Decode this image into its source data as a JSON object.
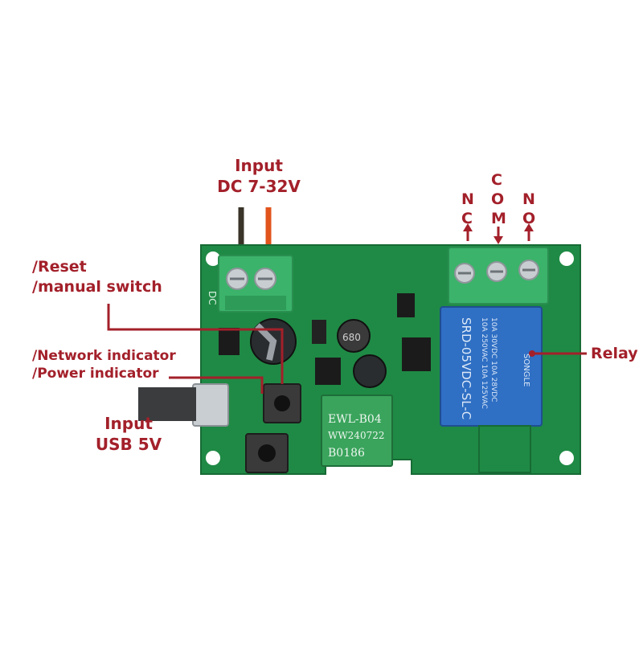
{
  "labels": {
    "input_dc_line1": "Input",
    "input_dc_line2": "DC 7-32V",
    "reset_line1": "/Reset",
    "reset_line2": "/manual switch",
    "network_indicator": "/Network indicator",
    "power_indicator": "/Power indicator",
    "input_usb_line1": "Input",
    "input_usb_line2": "USB 5V",
    "relay": "Relay",
    "nc": "N C",
    "com": "C O M",
    "no": "N O"
  },
  "board": {
    "silkscreen_dc": "DC",
    "module_line1": "EWL-B04",
    "module_line2": "WW240722",
    "module_line3": "B0186",
    "relay_brand": "SONGLE",
    "relay_model": "SRD-05VDC-SL-C",
    "relay_rating1": "10A 250VAC  10A 125VAC",
    "relay_rating2": "10A 30VDC  10A 28VDC",
    "capacitor_code": "680"
  },
  "colors": {
    "label_red": "#a3202a",
    "pcb_green": "#1f8a45",
    "terminal_green": "#3bb36a",
    "relay_blue": "#2f6fc4"
  }
}
